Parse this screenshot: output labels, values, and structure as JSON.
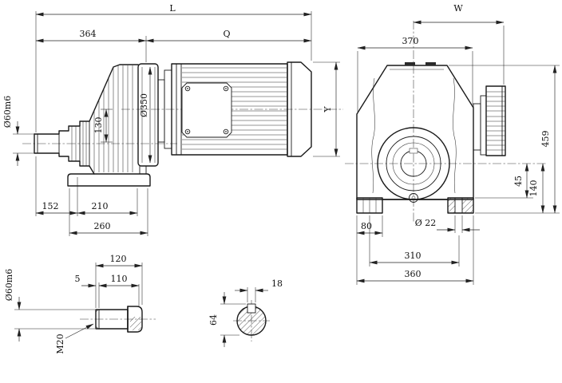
{
  "drawing": {
    "kind": "technical-dimension-drawing",
    "subject": "helical geared motor, side view, front view and shaft details",
    "colors": {
      "background": "#ffffff",
      "ink": "#1a1a1a"
    }
  },
  "labels": {
    "L": "L",
    "d364": "364",
    "Q": "Q",
    "dia60_side": "Ø60m6",
    "d130": "130",
    "dia350": "Ø350",
    "Y": "Y",
    "d152": "152",
    "d210": "210",
    "d260": "260",
    "W": "W",
    "d370": "370",
    "d459": "459",
    "d45": "45",
    "d140": "140",
    "d80": "80",
    "dia22": "Ø 22",
    "d310": "310",
    "d360": "360",
    "d120": "120",
    "d5": "5",
    "d110": "110",
    "dia60_detail": "Ø60m6",
    "m20": "M20",
    "d18": "18",
    "d64": "64"
  }
}
